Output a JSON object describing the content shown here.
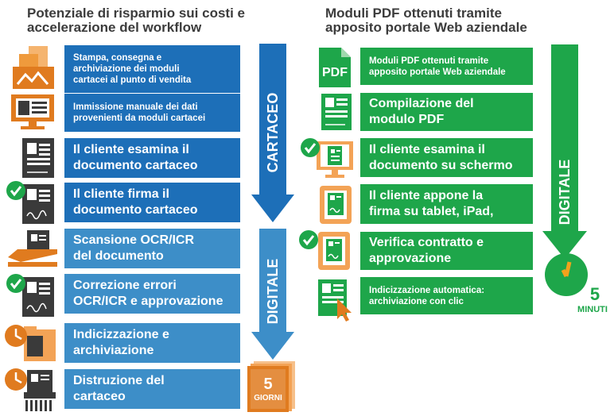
{
  "left": {
    "title": "Potenziale di risparmio sui costi e\naccelerazione del workflow",
    "steps": [
      {
        "label": "Stampa, consegna e\narchiviazione dei moduli\ncartacei al punto di vendita"
      },
      {
        "label": "Immissione manuale dei dati\nprovenienti da moduli cartacei"
      },
      {
        "label": "Il cliente esamina il\ndocumento cartaceo"
      },
      {
        "label": "Il cliente firma il\ndocumento cartaceo"
      },
      {
        "label": "Scansione OCR/ICR\ndel documento"
      },
      {
        "label": "Correzione errori\nOCR/ICR e approvazione"
      },
      {
        "label": "Indicizzazione e\narchiviazione"
      },
      {
        "label": "Distruzione del\ncartaceo"
      }
    ],
    "arrow_paper_label": "CARTACEO",
    "arrow_digital_label": "DIGITALE",
    "result": {
      "number": "5",
      "unit": "GIORNI"
    }
  },
  "right": {
    "title": "Moduli PDF ottenuti tramite\napposito portale Web aziendale",
    "steps": [
      {
        "label": "Moduli PDF ottenuti tramite\napposito portale Web aziendale"
      },
      {
        "label": "Compilazione del\nmodulo PDF"
      },
      {
        "label": "Il cliente esamina il\ndocumento su schermo"
      },
      {
        "label": "Il cliente appone la\nfirma su tablet, iPad,"
      },
      {
        "label": "Verifica contratto e\napprovazione"
      },
      {
        "label": "Indicizzazione automatica:\narchiviazione con clic"
      }
    ],
    "arrow_label": "DIGITALE",
    "pdf_icon_text": "PDF",
    "result": {
      "number": "5",
      "unit": "MINUTI"
    }
  },
  "colors": {
    "paper_blue": "#1d6fb8",
    "digital_blue": "#3d8ec8",
    "green": "#1ea64a",
    "orange": "#e07b1f"
  }
}
